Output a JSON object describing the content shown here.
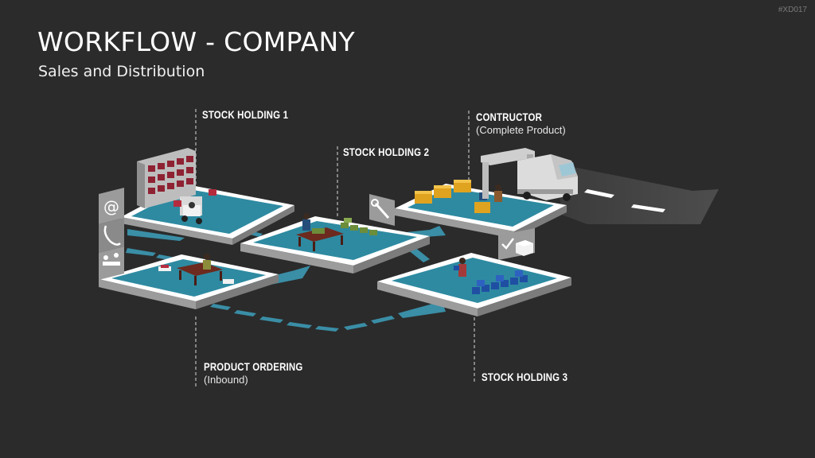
{
  "slide_id": "#XD017",
  "title": "WORKFLOW - COMPANY",
  "subtitle": "Sales and Distribution",
  "stations": {
    "stock1": {
      "heading": "STOCK HOLDING 1"
    },
    "stock2": {
      "heading": "STOCK HOLDING 2"
    },
    "contractor": {
      "heading": "CONTRUCTOR",
      "note": "(Complete Product)"
    },
    "ordering": {
      "heading": "PRODUCT ORDERING",
      "note": "(Inbound)"
    },
    "stock3": {
      "heading": "STOCK HOLDING 3"
    }
  },
  "icons": {
    "contact": [
      "at-icon",
      "phone-icon",
      "meeting-icon"
    ],
    "tools": "wrench-icon",
    "check": "checkmark-box-icon"
  },
  "colors": {
    "background": "#2b2b2b",
    "platform_teal": "#2e8aa1",
    "platform_edge": "#ffffff",
    "arrow": "#3a8ea6",
    "road": "#4a4a4a"
  }
}
